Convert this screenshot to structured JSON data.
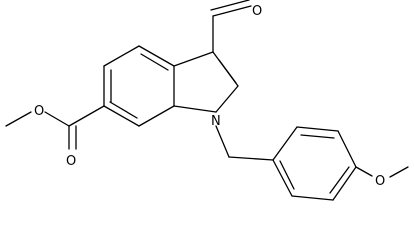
{
  "molecule": {
    "atoms": {
      "aldehyde_oxygen": "O",
      "ester_ether_oxygen": "O",
      "ester_carbonyl_oxygen": "O",
      "indole_nitrogen": "N",
      "methoxy_oxygen": "O"
    }
  },
  "colors": {
    "bond": "#000000",
    "label": "#000000",
    "background": "#ffffff"
  }
}
